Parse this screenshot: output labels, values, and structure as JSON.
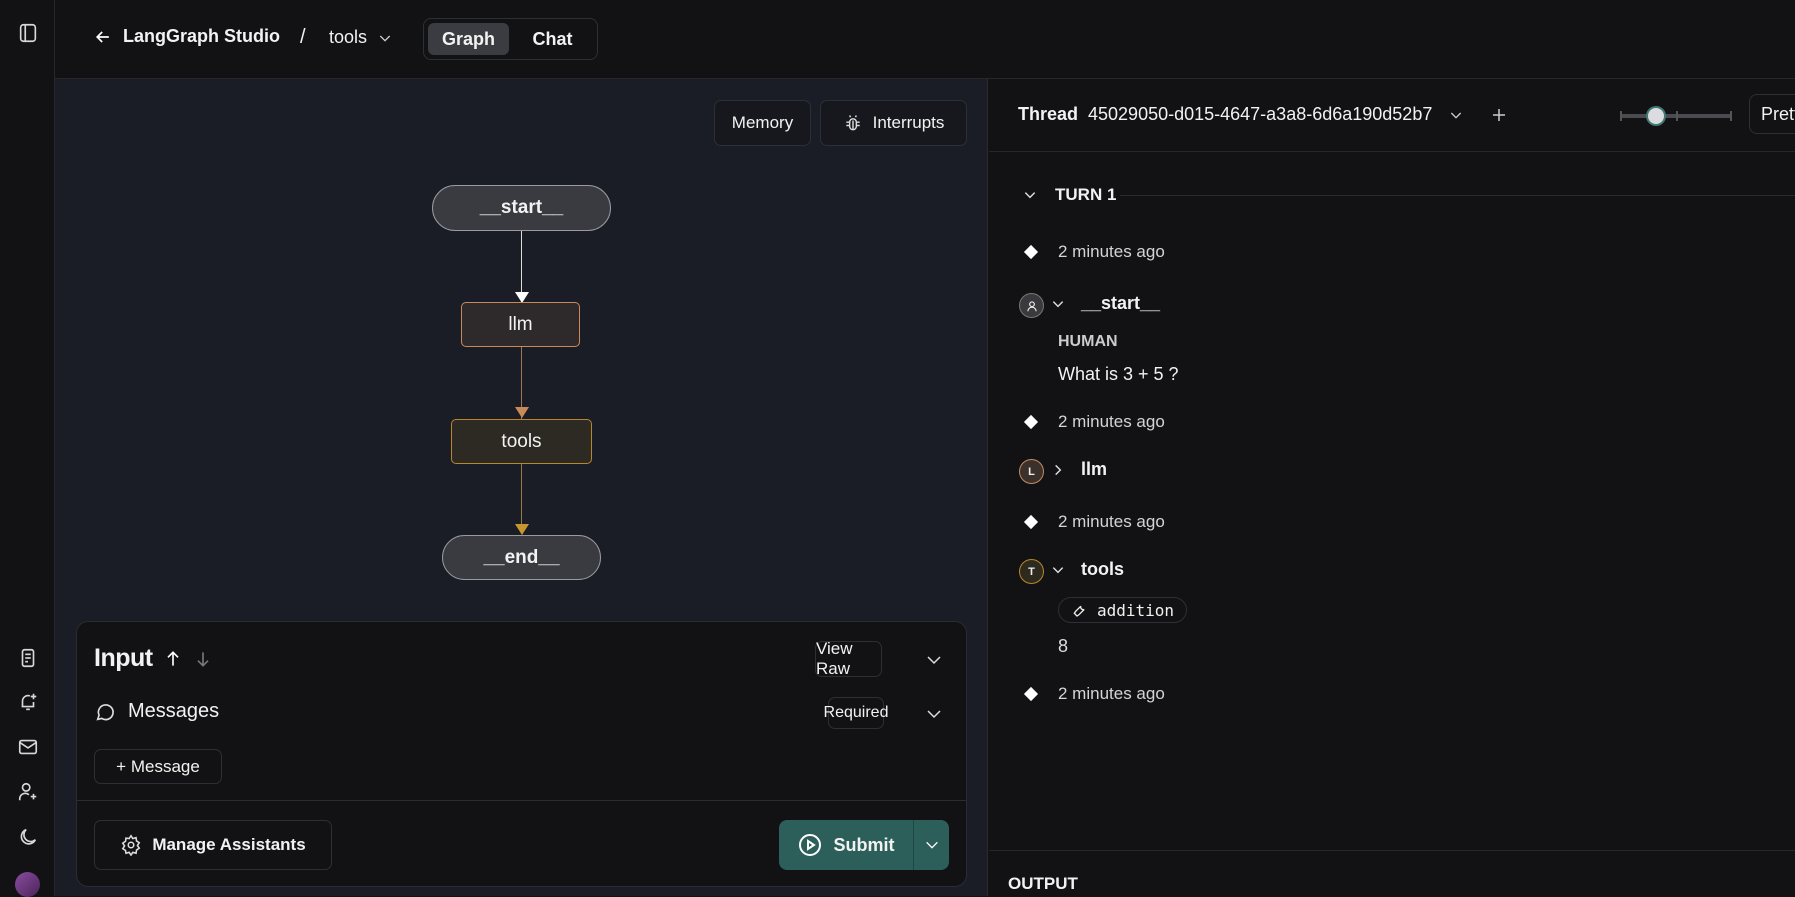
{
  "header": {
    "back_label": "LangGraph Studio",
    "separator": "/",
    "graph_name": "tools",
    "tabs": [
      {
        "label": "Graph",
        "active": true
      },
      {
        "label": "Chat",
        "active": false
      }
    ]
  },
  "graph": {
    "memory_label": "Memory",
    "interrupts_label": "Interrupts",
    "nodes": [
      "__start__",
      "llm",
      "tools",
      "__end__"
    ]
  },
  "input": {
    "title": "Input",
    "view_raw": "View Raw",
    "messages_label": "Messages",
    "required": "Required",
    "add_message": "+ Message",
    "manage_assistants": "Manage Assistants",
    "submit": "Submit"
  },
  "thread": {
    "label": "Thread",
    "id": "45029050-d015-4647-a3a8-6d6a190d52b7",
    "view_mode": "Pretty",
    "slider_fraction": 0.33
  },
  "turn": {
    "title": "TURN 1",
    "items": [
      {
        "time": "2 minutes ago"
      },
      {
        "node": "__start__",
        "avatar": "",
        "role": "HUMAN",
        "text": "What is 3 + 5 ?"
      },
      {
        "time": "2 minutes ago"
      },
      {
        "node": "llm",
        "avatar": "L"
      },
      {
        "time": "2 minutes ago"
      },
      {
        "node": "tools",
        "avatar": "T",
        "tool": "addition",
        "result": "8"
      },
      {
        "time": "2 minutes ago"
      }
    ]
  },
  "output": {
    "title": "OUTPUT"
  },
  "colors": {
    "accent": "#2d5f5a",
    "llm_border": "#c98a5a",
    "tools_border": "#b8862e"
  }
}
